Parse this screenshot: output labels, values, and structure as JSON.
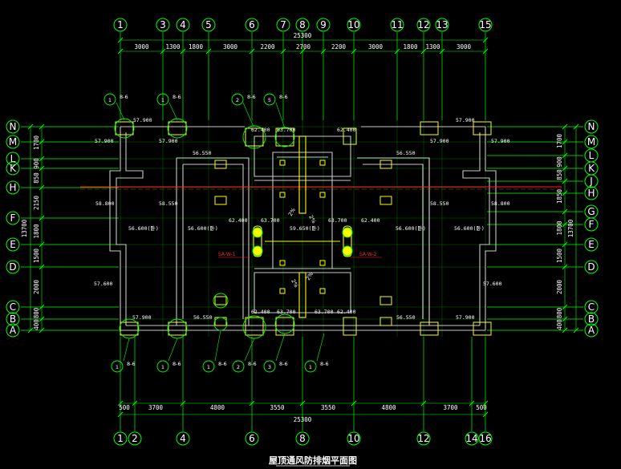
{
  "title": "屋顶通风防排烟平面图",
  "colors": {
    "background": "#000000",
    "grid": "#00ff00",
    "wall": "#c8c8c8",
    "duct": "#ffff00",
    "fire_line": "#ff2020",
    "text": "#ffffff"
  },
  "top_axes": [
    "1",
    "3",
    "4",
    "5",
    "6",
    "7",
    "8",
    "9",
    "10",
    "11",
    "12",
    "13",
    "15"
  ],
  "bottom_axes": [
    "1",
    "2",
    "4",
    "6",
    "8",
    "10",
    "12",
    "14",
    "16"
  ],
  "top_total": "25300",
  "top_dims": [
    "3000",
    "1300",
    "1800",
    "3000",
    "2200",
    "2700",
    "2200",
    "3000",
    "1800",
    "1300",
    "3000"
  ],
  "bottom_total": "25300",
  "bottom_dims": [
    "500",
    "3700",
    "4800",
    "3550",
    "3550",
    "4800",
    "3700",
    "500"
  ],
  "left_rows": [
    "N",
    "M",
    "L",
    "K",
    "H",
    "F",
    "E",
    "D",
    "C",
    "B",
    "A"
  ],
  "right_rows": [
    "N",
    "M",
    "L",
    "K",
    "J",
    "H",
    "G",
    "F",
    "E",
    "D",
    "C",
    "B",
    "A"
  ],
  "left_total": "13700",
  "right_total": "13700",
  "left_dims": [
    "1700",
    "900",
    "850",
    "2150",
    "1800",
    "1500",
    "2000",
    "800",
    "400"
  ],
  "right_dims": [
    "1700",
    "900",
    "850",
    "1850",
    "1800",
    "1500",
    "2000",
    "800",
    "400"
  ],
  "elevations": {
    "e57900": "57.900",
    "e56550": "56.550",
    "e58800": "58.800",
    "e58550": "58.550",
    "e56600": "56.600(卧)",
    "e62400": "62.400",
    "e63700": "63.700",
    "e59650": "59.650(卧)",
    "e57600": "57.600"
  },
  "callouts": {
    "c1": "1",
    "c2": "2",
    "c3": "3",
    "c5": "5",
    "sheet": "8-6"
  },
  "fan_labels": {
    "left": "SA-W-1",
    "right": "SA-W-2"
  },
  "diagram_labels": {
    "slope": "2%"
  }
}
